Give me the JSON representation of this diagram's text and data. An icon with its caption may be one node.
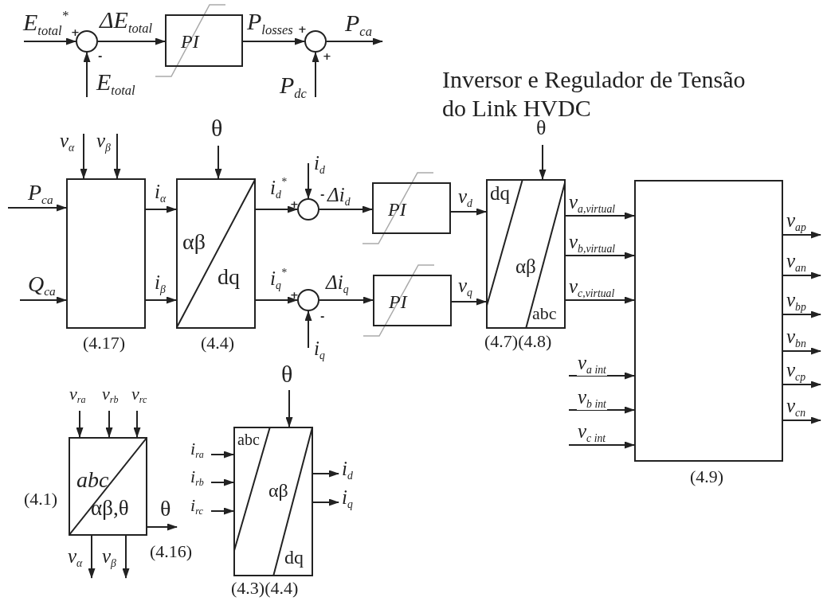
{
  "diagram": {
    "nodes": [
      {
        "text": [],
        "shape": "circle",
        "beside": [
          "+",
          "-"
        ]
      },
      {
        "text": [
          "PI"
        ]
      },
      {
        "text": [],
        "shape": "circle",
        "beside": [
          "+",
          "+"
        ]
      },
      {
        "text": [],
        "shape": "box",
        "beside": [
          "(4.17)"
        ]
      },
      {
        "text": [
          "αβ",
          "dq"
        ],
        "beside": [
          "(4.4)"
        ]
      },
      {
        "text": [],
        "shape": "circle",
        "beside": [
          "+",
          "-"
        ]
      },
      {
        "text": [],
        "shape": "circle",
        "beside": [
          "+",
          "-"
        ]
      },
      {
        "text": [
          "PI"
        ]
      },
      {
        "text": [
          "PI"
        ]
      },
      {
        "text": [
          "dq",
          "αβ",
          "abc"
        ],
        "beside": [
          "(4.7)(4.8)"
        ]
      },
      {
        "text": [],
        "shape": "box",
        "beside": [
          "(4.9)"
        ]
      },
      {
        "text": [
          "abc",
          "αβ,θ"
        ],
        "beside": [
          "(4.1)"
        ]
      },
      {
        "text": [
          "abc",
          "αβ",
          "dq"
        ],
        "beside": [
          "(4.3)(4.4)"
        ]
      }
    ],
    "edges": [
      {
        "from": null,
        "to": 0,
        "arrow": "to",
        "label": "E$_{total}$$^{*}$"
      },
      {
        "from": null,
        "to": 0,
        "arrow": "to",
        "label": "E$_{total}$"
      },
      {
        "from": 0,
        "to": 1,
        "arrow": "to",
        "label": "ΔE$_{total}$"
      },
      {
        "from": 1,
        "to": 2,
        "arrow": "to",
        "label": "P$_{losses}$"
      },
      {
        "from": null,
        "to": 2,
        "arrow": "to",
        "label": "P$_{dc}$"
      },
      {
        "from": 2,
        "to": null,
        "arrow": "to",
        "label": "P$_{ca}$"
      },
      {
        "from": null,
        "to": 3,
        "arrow": "to",
        "label": "v$_{α}$"
      },
      {
        "from": null,
        "to": 3,
        "arrow": "to",
        "label": "v$_{β}$"
      },
      {
        "from": null,
        "to": 3,
        "arrow": "to",
        "label": "P$_{ca}$"
      },
      {
        "from": null,
        "to": 3,
        "arrow": "to",
        "label": "Q$_{ca}$"
      },
      {
        "from": 3,
        "to": 4,
        "arrow": "to",
        "label": "i$_{α}$"
      },
      {
        "from": 3,
        "to": 4,
        "arrow": "to",
        "label": "i$_{β}$"
      },
      {
        "from": null,
        "to": 4,
        "arrow": "to",
        "label": "θ"
      },
      {
        "from": 4,
        "to": 5,
        "arrow": "to",
        "label": "i$_{d}$$^{*}$"
      },
      {
        "from": null,
        "to": 5,
        "arrow": "to",
        "label": "i$_{d}$"
      },
      {
        "from": 5,
        "to": 7,
        "arrow": "to",
        "label": "Δi$_{d}$"
      },
      {
        "from": 4,
        "to": 6,
        "arrow": "to",
        "label": "i$_{q}$$^{*}$"
      },
      {
        "from": null,
        "to": 6,
        "arrow": "to",
        "label": "i$_{q}$"
      },
      {
        "from": 6,
        "to": 8,
        "arrow": "to",
        "label": "Δi$_{q}$"
      },
      {
        "from": 7,
        "to": 9,
        "arrow": "to",
        "label": "v$_{d}$"
      },
      {
        "from": 8,
        "to": 9,
        "arrow": "to",
        "label": "v$_{q}$"
      },
      {
        "from": null,
        "to": 9,
        "arrow": "to",
        "label": "θ"
      },
      {
        "from": 9,
        "to": 10,
        "arrow": "to",
        "label": "v$_{a,virtual}$"
      },
      {
        "from": 9,
        "to": 10,
        "arrow": "to",
        "label": "v$_{b,virtual}$"
      },
      {
        "from": 9,
        "to": 10,
        "arrow": "to",
        "label": "v$_{c,virtual}$"
      },
      {
        "from": null,
        "to": 10,
        "arrow": "to",
        "label": "v$_{a int}$"
      },
      {
        "from": null,
        "to": 10,
        "arrow": "to",
        "label": "v$_{b int}$"
      },
      {
        "from": null,
        "to": 10,
        "arrow": "to",
        "label": "v$_{c int}$"
      },
      {
        "from": 10,
        "to": null,
        "arrow": "to",
        "label": "v$_{ap}$"
      },
      {
        "from": 10,
        "to": null,
        "arrow": "to",
        "label": "v$_{an}$"
      },
      {
        "from": 10,
        "to": null,
        "arrow": "to",
        "label": "v$_{bp}$"
      },
      {
        "from": 10,
        "to": null,
        "arrow": "to",
        "label": "v$_{bn}$"
      },
      {
        "from": 10,
        "to": null,
        "arrow": "to",
        "label": "v$_{cp}$"
      },
      {
        "from": 10,
        "to": null,
        "arrow": "to",
        "label": "v$_{cn}$"
      },
      {
        "from": null,
        "to": 11,
        "arrow": "to",
        "label": "v$_{ra}$"
      },
      {
        "from": null,
        "to": 11,
        "arrow": "to",
        "label": "v$_{rb}$"
      },
      {
        "from": null,
        "to": 11,
        "arrow": "to",
        "label": "v$_{rc}$"
      },
      {
        "from": 11,
        "to": null,
        "arrow": "to",
        "label": "θ"
      },
      {
        "from": 11,
        "to": null,
        "arrow": "to",
        "label": "v$_{α}$"
      },
      {
        "from": 11,
        "to": null,
        "arrow": "to",
        "label": "v$_{β}$"
      },
      {
        "from": null,
        "to": 12,
        "arrow": "to",
        "label": "θ"
      },
      {
        "from": null,
        "to": 12,
        "arrow": "to",
        "label": "i$_{ra}$"
      },
      {
        "from": null,
        "to": 12,
        "arrow": "to",
        "label": "i$_{rb}$"
      },
      {
        "from": null,
        "to": 12,
        "arrow": "to",
        "label": "i$_{rc}$"
      },
      {
        "from": 12,
        "to": null,
        "arrow": "to",
        "label": "i$_{d}$"
      },
      {
        "from": 12,
        "to": null,
        "arrow": "to",
        "label": "i$_{q}$"
      }
    ],
    "labels": [
      "Inversor e Regulador de Tensão do Link HVDC",
      "(4.16)"
    ]
  }
}
